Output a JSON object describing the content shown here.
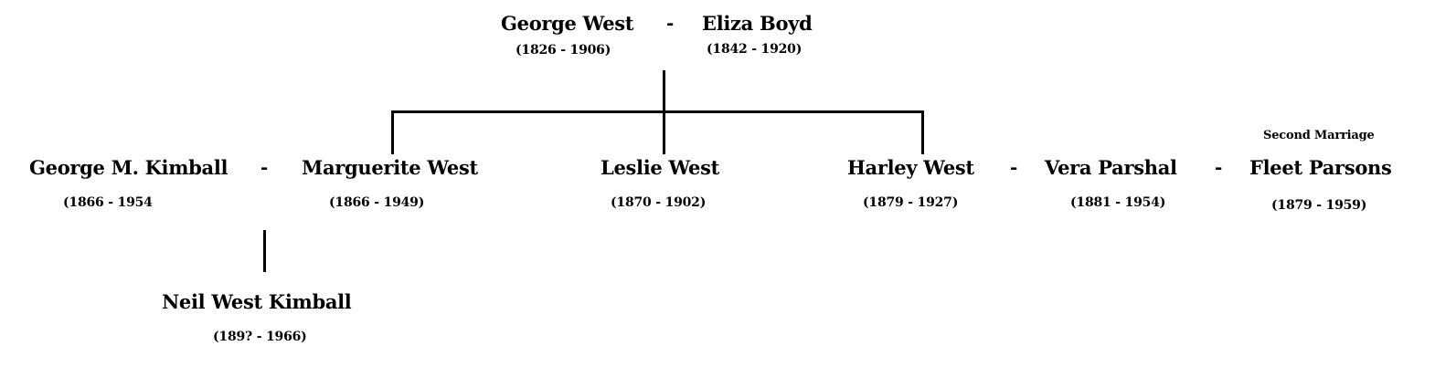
{
  "people": {
    "george_west": {
      "name": "George West",
      "dates": "(1826 - 1906)"
    },
    "eliza_boyd": {
      "name": "Eliza Boyd",
      "dates": "(1842 - 1920)"
    },
    "george_m_kimball": {
      "name": "George M. Kimball",
      "dates": "(1866 - 1954"
    },
    "marguerite_west": {
      "name": "Marguerite West",
      "dates": "(1866 - 1949)"
    },
    "leslie_west": {
      "name": "Leslie West",
      "dates": "(1870 - 1902)"
    },
    "harley_west": {
      "name": "Harley West",
      "dates": "(1879 - 1927)"
    },
    "vera_parshal": {
      "name": "Vera Parshal",
      "dates": "(1881 - 1954)"
    },
    "fleet_parsons": {
      "name": "Fleet Parsons",
      "dates": "(1879 - 1959)"
    },
    "neil_west_kimball": {
      "name": "Neil West Kimball",
      "dates": "(189? - 1966)"
    }
  },
  "separator": "-",
  "second_marriage_label": "Second Marriage"
}
